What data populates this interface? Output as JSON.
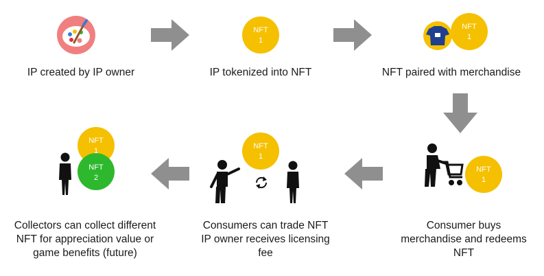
{
  "steps": [
    {
      "caption": "IP created by IP owner"
    },
    {
      "caption": "IP tokenized into NFT"
    },
    {
      "caption": "NFT paired with merchandise"
    },
    {
      "caption_lines": [
        "Consumer buys",
        "merchandise and redeems",
        "NFT"
      ]
    },
    {
      "caption_lines": [
        "Consumers can trade NFT",
        "IP owner receives licensing",
        "fee"
      ]
    },
    {
      "caption_lines": [
        "Collectors can collect different",
        "NFT for appreciation value or",
        "game benefits (future)"
      ]
    }
  ],
  "tokens": {
    "nft_yellow": {
      "line1": "NFT",
      "line2": "1"
    },
    "nft_green": {
      "line1": "NFT",
      "line2": "2"
    }
  },
  "colors": {
    "token_yellow": "#f5c000",
    "token_green": "#2db82d",
    "arrow_gray": "#8f8f8f",
    "palette_pink": "#f08080",
    "figure_black": "#111111",
    "shirt_blue": "#1f3f8f"
  },
  "icons": {
    "step1": "paint-palette-icon",
    "step3": "tshirt-icon",
    "step4": "shopping-cart-person-icon",
    "step5": "exchange-icon"
  }
}
